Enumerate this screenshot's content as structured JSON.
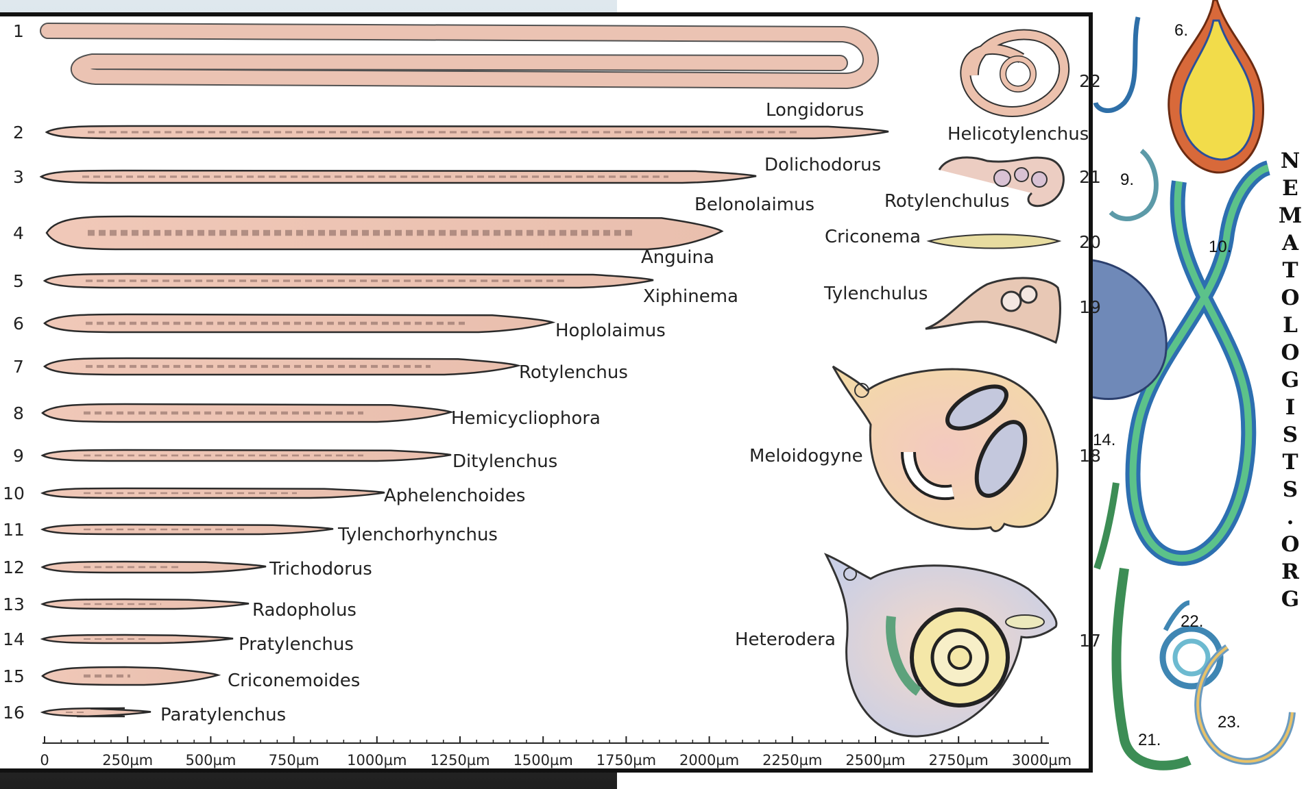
{
  "nematodes": [
    {
      "number": "1",
      "genus": "Longidorus"
    },
    {
      "number": "2",
      "genus": "Dolichodorus"
    },
    {
      "number": "3",
      "genus": "Belonolaimus"
    },
    {
      "number": "4",
      "genus": "Anguina"
    },
    {
      "number": "5",
      "genus": "Xiphinema"
    },
    {
      "number": "6",
      "genus": "Hoplolaimus"
    },
    {
      "number": "7",
      "genus": "Rotylenchus"
    },
    {
      "number": "8",
      "genus": "Hemicycliophora"
    },
    {
      "number": "9",
      "genus": "Ditylenchus"
    },
    {
      "number": "10",
      "genus": "Aphelenchoides"
    },
    {
      "number": "11",
      "genus": "Tylenchorhynchus"
    },
    {
      "number": "12",
      "genus": "Trichodorus"
    },
    {
      "number": "13",
      "genus": "Radopholus"
    },
    {
      "number": "14",
      "genus": "Pratylenchus"
    },
    {
      "number": "15",
      "genus": "Criconemoides"
    },
    {
      "number": "16",
      "genus": "Paratylenchus"
    },
    {
      "number": "17",
      "genus": "Heterodera"
    },
    {
      "number": "18",
      "genus": "Meloidogyne"
    },
    {
      "number": "19",
      "genus": "Tylenchulus"
    },
    {
      "number": "20",
      "genus": "Criconema"
    },
    {
      "number": "21",
      "genus": "Rotylenchulus"
    },
    {
      "number": "22",
      "genus": "Helicotylenchus"
    }
  ],
  "scale_ticks": [
    "0",
    "250µm",
    "500µm",
    "750µm",
    "1000µm",
    "1250µm",
    "1500µm",
    "1750µm",
    "2000µm",
    "2250µm",
    "2500µm",
    "2750µm",
    "3000µm"
  ],
  "side_panel": {
    "numbers": [
      "6.",
      "9.",
      "10.",
      "14.",
      "22.",
      "21.",
      "23."
    ],
    "vertical_text": [
      "N",
      "E",
      "M",
      "A",
      "T",
      "O",
      "L",
      "O",
      "G",
      "I",
      "S",
      "T",
      "S",
      ".",
      "O",
      "R",
      "G"
    ]
  }
}
